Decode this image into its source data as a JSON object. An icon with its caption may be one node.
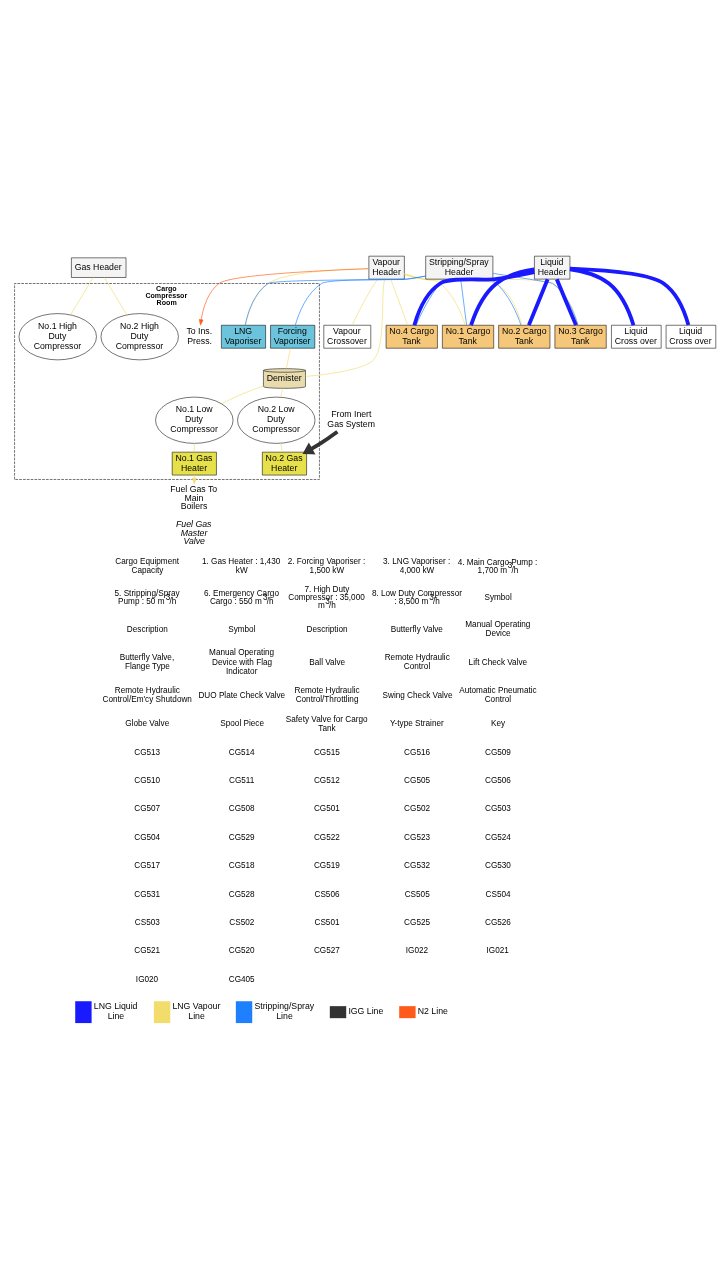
{
  "diagram": {
    "nodes": [
      {
        "text": [
          "Cargo Compressor Room"
        ]
      },
      {
        "text": [
          "No.2 High Duty Compressor"
        ],
        "in": 0
      },
      {
        "text": [
          "No.1 High Duty Compressor"
        ],
        "in": 0
      },
      {
        "text": [
          "No.2 Low Duty Compressor"
        ],
        "in": 0
      },
      {
        "text": [
          "No.1 Low Duty Compressor"
        ],
        "in": 0
      },
      {
        "text": [
          "Demister"
        ],
        "in": 0
      },
      {
        "text": [
          "No.2 Gas Heater"
        ],
        "in": 0
      },
      {
        "text": [
          "No.1 Gas Heater"
        ],
        "in": 0
      },
      {
        "text": [
          "Forcing Vaporiser"
        ],
        "in": 0
      },
      {
        "text": [
          "LNG Vaporiser"
        ],
        "in": 0
      },
      {
        "text": [
          "To Ins. Press."
        ],
        "in": 0
      },
      {
        "text": [
          "From Inert Gas System"
        ]
      },
      {
        "text": [
          "Fuel Gas To Main Boilers"
        ],
        "beside": [
          "Fuel Gas Master Valve"
        ]
      },
      {
        "text": [
          "Gas Header"
        ]
      },
      {
        "text": [
          "Vapour Header"
        ]
      },
      {
        "text": [
          "Stripping/Spray Header"
        ]
      },
      {
        "text": [
          "Liquid Header"
        ]
      },
      {
        "text": [
          "Liquid Cross over"
        ]
      },
      {
        "text": [
          "Vapour Crossover"
        ]
      },
      {
        "text": [
          "Liquid Cross over"
        ]
      },
      {
        "text": [
          "No.1 Cargo Tank"
        ]
      },
      {
        "text": [
          "No.2 Cargo Tank"
        ]
      },
      {
        "text": [
          "No.3 Cargo Tank"
        ]
      },
      {
        "text": [
          "No.4 Cargo Tank"
        ]
      }
    ],
    "edges": [
      {
        "from": 14,
        "to": 5,
        "arrow": "none",
        "color": "#f2dc6b"
      },
      {
        "from": 5,
        "to": 3,
        "arrow": "none",
        "color": "#f2dc6b"
      },
      {
        "from": 5,
        "to": 4,
        "arrow": "none",
        "color": "#f2dc6b"
      },
      {
        "from": 13,
        "to": 1,
        "arrow": "none",
        "color": "#f2dc6b"
      },
      {
        "from": 13,
        "to": 2,
        "arrow": "none",
        "color": "#f2dc6b"
      },
      {
        "from": 3,
        "to": 6,
        "arrow": "none",
        "color": "#f2dc6b"
      },
      {
        "from": 4,
        "to": 7,
        "arrow": "none",
        "color": "#f2dc6b"
      },
      {
        "from": 7,
        "to": 12,
        "arrow": "to",
        "color": "#f2dc6b"
      },
      {
        "from": 11,
        "to": 6,
        "arrow": "to",
        "style": "thick",
        "color": "#333333"
      },
      {
        "from": 15,
        "to": 8,
        "arrow": "none",
        "color": "#1e7fff"
      },
      {
        "from": 15,
        "to": 9,
        "arrow": "none",
        "color": "#1e7fff"
      },
      {
        "from": 8,
        "to": 5,
        "arrow": "none",
        "color": "#f2dc6b"
      },
      {
        "from": 9,
        "to": 14,
        "arrow": "none",
        "color": "#f2dc6b"
      },
      {
        "from": 14,
        "to": 10,
        "arrow": "to",
        "color": "#ff5a1a"
      },
      {
        "from": 16,
        "to": 17,
        "arrow": "none",
        "style": "thick",
        "color": "#1a1aff"
      },
      {
        "from": 16,
        "to": 19,
        "arrow": "none",
        "style": "thick",
        "color": "#1a1aff"
      },
      {
        "from": 14,
        "to": 18,
        "arrow": "none",
        "color": "#f2dc6b"
      },
      {
        "from": 16,
        "to": 20,
        "arrow": "none",
        "style": "thick",
        "color": "#1a1aff"
      },
      {
        "from": 16,
        "to": 21,
        "arrow": "none",
        "style": "thick",
        "color": "#1a1aff"
      },
      {
        "from": 16,
        "to": 22,
        "arrow": "none",
        "style": "thick",
        "color": "#1a1aff"
      },
      {
        "from": 16,
        "to": 23,
        "arrow": "none",
        "style": "thick",
        "color": "#1a1aff"
      },
      {
        "from": 14,
        "to": 20,
        "arrow": "none",
        "color": "#f2dc6b"
      },
      {
        "from": 14,
        "to": 21,
        "arrow": "none",
        "color": "#f2dc6b"
      },
      {
        "from": 14,
        "to": 22,
        "arrow": "none",
        "color": "#f2dc6b"
      },
      {
        "from": 14,
        "to": 23,
        "arrow": "none",
        "color": "#f2dc6b"
      },
      {
        "from": 15,
        "to": 20,
        "arrow": "none",
        "color": "#1e7fff"
      },
      {
        "from": 15,
        "to": 21,
        "arrow": "none",
        "color": "#1e7fff"
      },
      {
        "from": 15,
        "to": 22,
        "arrow": "none",
        "color": "#1e7fff"
      },
      {
        "from": 15,
        "to": 23,
        "arrow": "none",
        "color": "#1e7fff"
      }
    ],
    "labels": [
      "Cargo Equipment Capacity",
      "1. Gas Heater : 1,430 kW",
      "2. Forcing Vaporiser : 1,500 kW",
      "3. LNG Vaporiser : 4,000 kW",
      "4. Main Cargo Pump : 1,700 m$^{3}$/h",
      "5. Stripping/Spray Pump : 50 m$^{3}$/h",
      "6. Emergency Cargo Cargo : 550 m$^{3}$/h",
      "7. High Duty Compressor : 35,000 m$^{3}$/h",
      "8. Low Duty Compressor : 8,500 m$^{3}$/h",
      "Symbol",
      "Description",
      "Symbol",
      "Description",
      "Butterfly Valve",
      "Manual Operating Device",
      "Butterfly Valve, Flange Type",
      "Manual Operating Device with Flag Indicator",
      "Ball Valve",
      "Remote Hydraulic Control",
      "Lift Check Valve",
      "Remote Hydraulic Control/Em'cy Shutdown",
      "DUO Plate Check Valve",
      "Remote Hydraulic Control/Throttling",
      "Swing Check Valve",
      "Automatic Pneumatic Control",
      "Globe Valve",
      "Spool Piece",
      "Safety Valve for Cargo Tank",
      "Y-type Strainer",
      "Key",
      "CG513",
      "CG514",
      "CG515",
      "CG516",
      "CG509",
      "CG510",
      "CG511",
      "CG512",
      "CG505",
      "CG506",
      "CG507",
      "CG508",
      "CG501",
      "CG502",
      "CG503",
      "CG504",
      "CG529",
      "CG522",
      "CG523",
      "CG524",
      "CG517",
      "CG518",
      "CG519",
      "CG532",
      "CG530",
      "CG531",
      "CG528",
      "CS506",
      "CS505",
      "CS504",
      "CS503",
      "CS502",
      "CS501",
      "CG525",
      "CG526",
      "CG521",
      "CG520",
      "CG527",
      "IG022",
      "IG021",
      "IG020",
      "CG405"
    ],
    "legend": [
      {
        "text": "LNG Liquid Line",
        "color": "#1a1aff"
      },
      {
        "text": "LNG Vapour Line",
        "color": "#f2dc6b"
      },
      {
        "text": "Stripping/Spray Line",
        "color": "#1e7fff"
      },
      {
        "text": "IGG Line",
        "color": "#333333"
      },
      {
        "text": "N2 Line",
        "color": "#ff5a1a"
      }
    ]
  }
}
